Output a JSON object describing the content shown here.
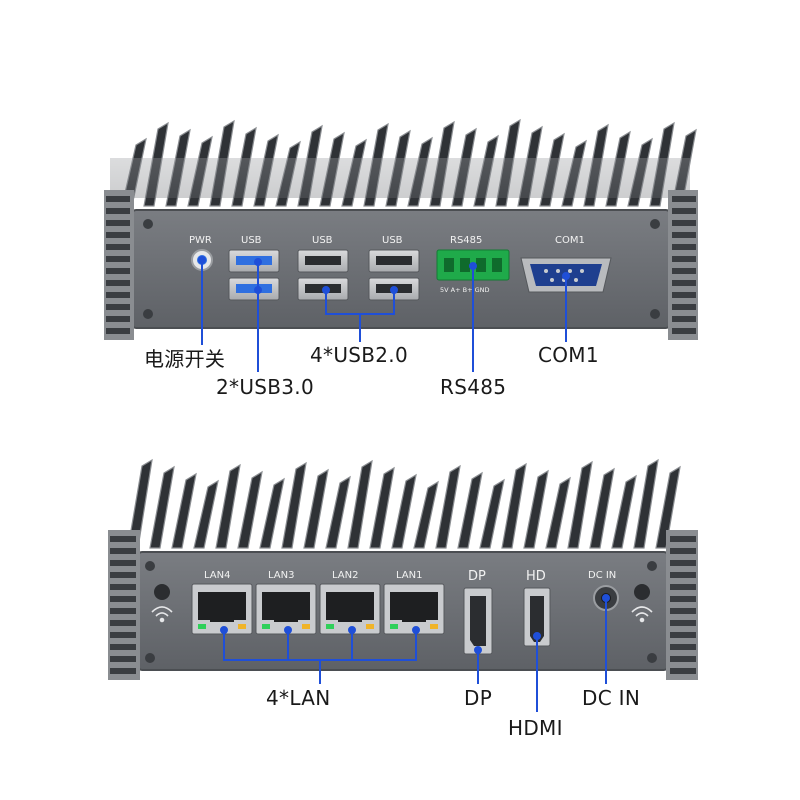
{
  "front_panel": {
    "port_labels": {
      "pwr": "PWR",
      "usb_a": "USB",
      "usb_b": "USB",
      "usb_c": "USB",
      "rs485": "RS485",
      "rs485_pins": "5V A+ B+ GND",
      "com1": "COM1"
    },
    "callouts": {
      "power_switch": "电源开关",
      "usb3": "2*USB3.0",
      "usb2": "4*USB2.0",
      "rs485": "RS485",
      "com1": "COM1"
    }
  },
  "rear_panel": {
    "port_labels": {
      "lan4": "LAN4",
      "lan3": "LAN3",
      "lan2": "LAN2",
      "lan1": "LAN1",
      "dp": "DP",
      "hd": "HD",
      "dc_in": "DC  IN"
    },
    "callouts": {
      "lan": "4*LAN",
      "dp": "DP",
      "hdmi": "HDMI",
      "dc_in": "DC IN"
    }
  },
  "colors": {
    "leader_line": "#1f4fd8",
    "chassis_panel": "#6b6e73",
    "fins": "#2f3236",
    "terminal_block": "#1faa4a",
    "usb3_insert": "#2f6fe0"
  }
}
